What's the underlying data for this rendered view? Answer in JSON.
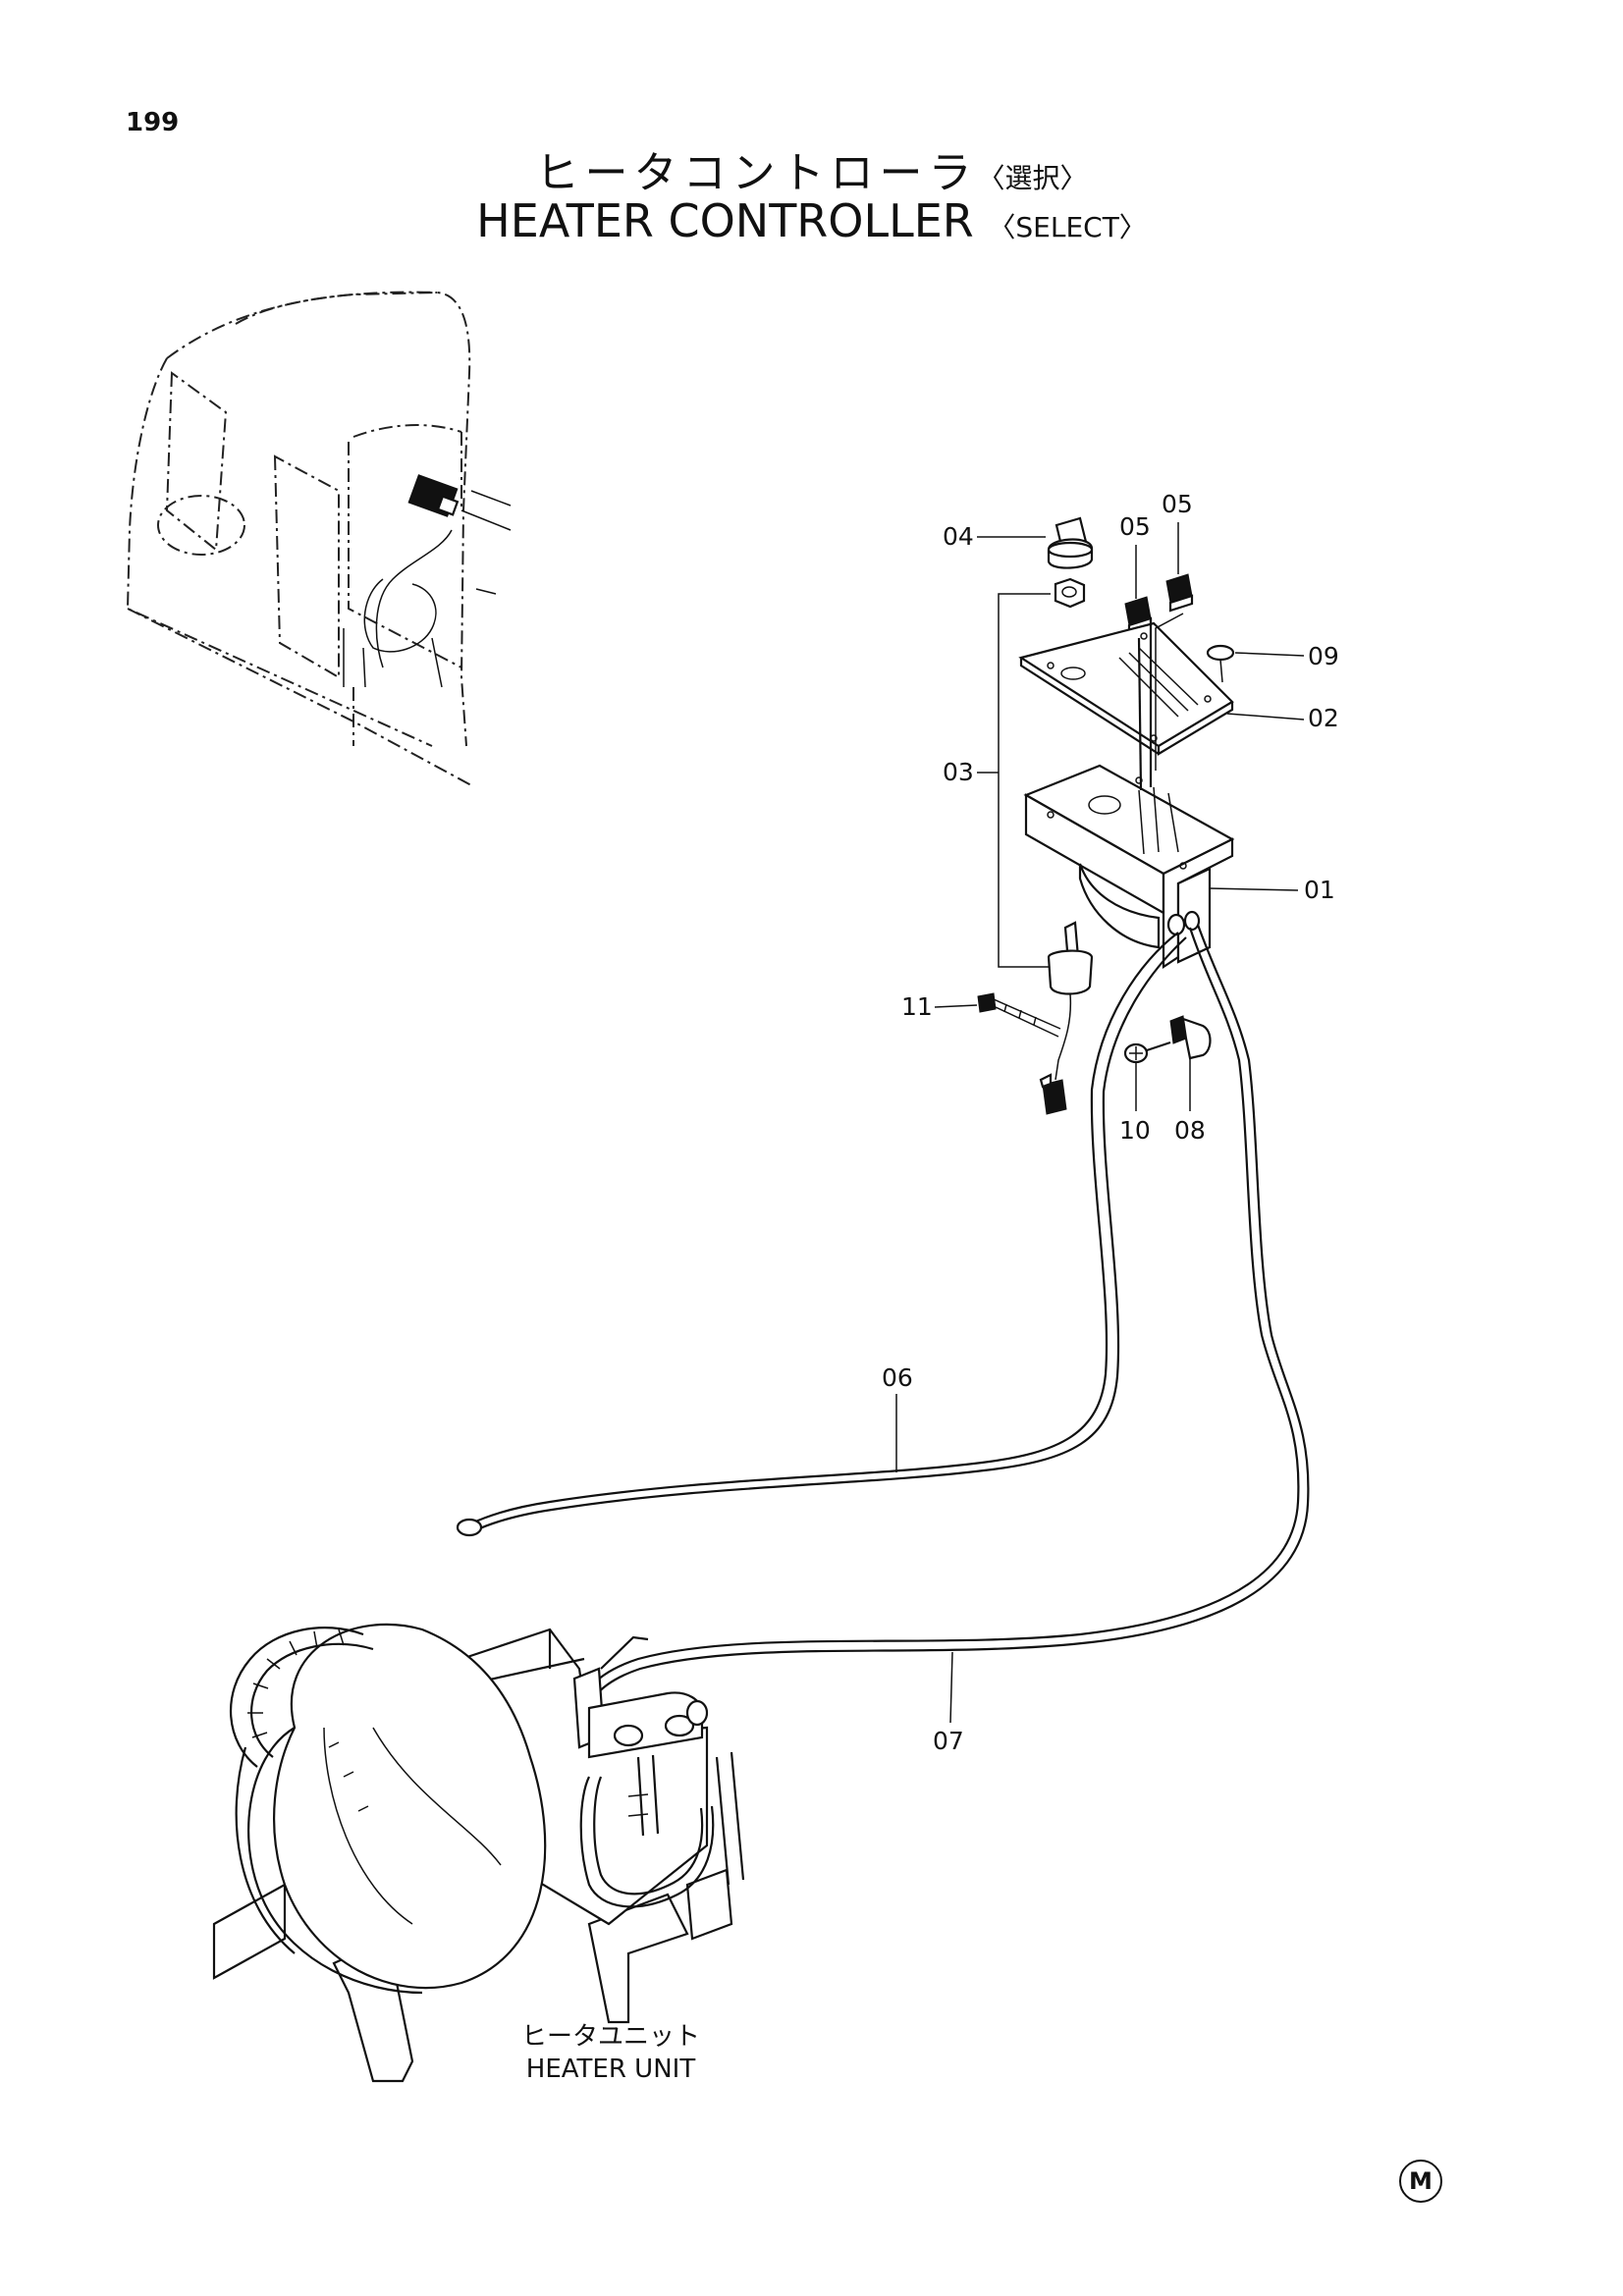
{
  "page": {
    "number": "199"
  },
  "title": {
    "jp": "ヒータコントローラ",
    "jp_qualifier": "〈選択〉",
    "en": "HEATER CONTROLLER",
    "en_qualifier": "〈SELECT〉"
  },
  "callouts": {
    "c01": "01",
    "c02": "02",
    "c03": "03",
    "c04": "04",
    "c05a": "05",
    "c05b": "05",
    "c06": "06",
    "c07": "07",
    "c08": "08",
    "c09": "09",
    "c10": "10",
    "c11": "11"
  },
  "heater_unit": {
    "label_jp": "ヒータユニット",
    "label_en": "HEATER UNIT"
  },
  "manufacturer_mark": "M"
}
